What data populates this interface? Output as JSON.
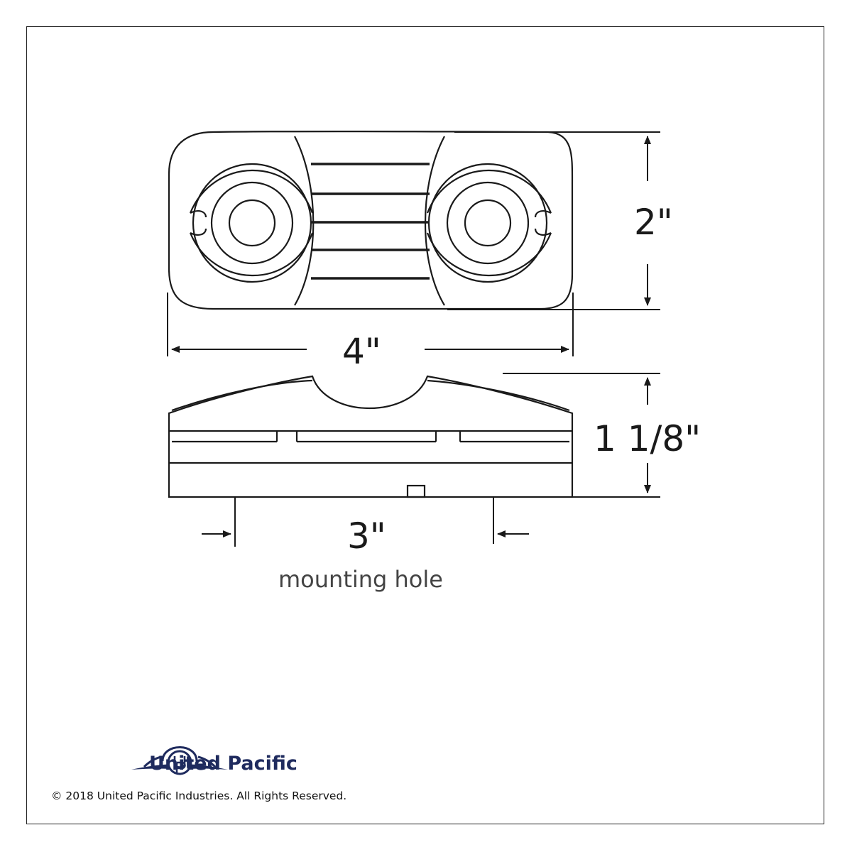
{
  "diagram": {
    "dimensions": {
      "height": "2\"",
      "width": "4\"",
      "depth": "1 1/8\"",
      "mounting_hole_spacing": "3\"",
      "mounting_hole_caption": "mounting hole"
    }
  },
  "brand": {
    "name": "United Pacific",
    "logo_color": "#1f2b5e",
    "copyright": "© 2018 United Pacific Industries. All Rights Reserved."
  }
}
